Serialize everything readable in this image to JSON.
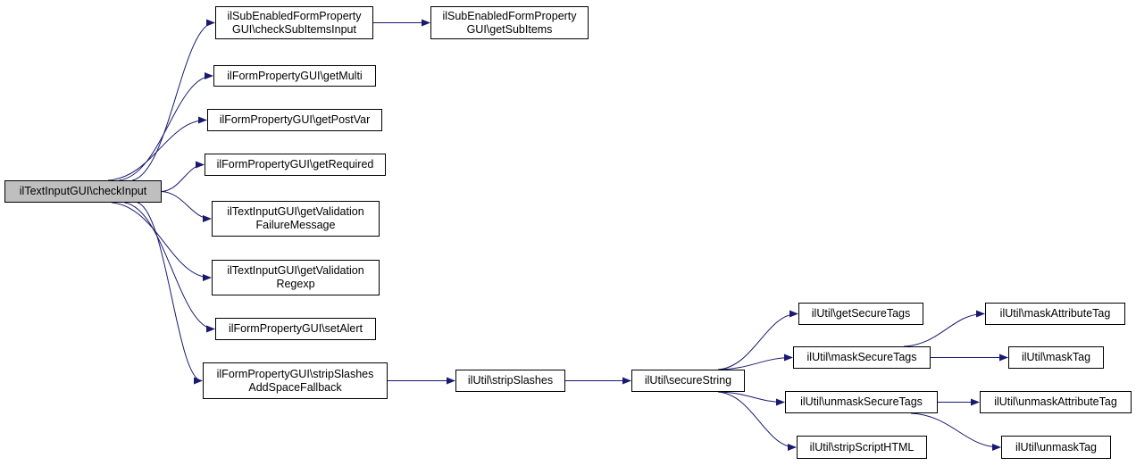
{
  "colors": {
    "edge": "#191970",
    "root_fill": "#bfbfbf",
    "node_fill": "#ffffff",
    "border": "#000000"
  },
  "nodes": {
    "check_input": {
      "lines": [
        "ilTextInputGUI\\checkInput"
      ]
    },
    "check_sub_items_input": {
      "lines": [
        "ilSubEnabledFormProperty",
        "GUI\\checkSubItemsInput"
      ]
    },
    "get_sub_items": {
      "lines": [
        "ilSubEnabledFormProperty",
        "GUI\\getSubItems"
      ]
    },
    "get_multi": {
      "lines": [
        "ilFormPropertyGUI\\getMulti"
      ]
    },
    "get_post_var": {
      "lines": [
        "ilFormPropertyGUI\\getPostVar"
      ]
    },
    "get_required": {
      "lines": [
        "ilFormPropertyGUI\\getRequired"
      ]
    },
    "get_validation_failure_message": {
      "lines": [
        "ilTextInputGUI\\getValidation",
        "FailureMessage"
      ]
    },
    "get_validation_regexp": {
      "lines": [
        "ilTextInputGUI\\getValidation",
        "Regexp"
      ]
    },
    "set_alert": {
      "lines": [
        "ilFormPropertyGUI\\setAlert"
      ]
    },
    "strip_slashes_fallback": {
      "lines": [
        "ilFormPropertyGUI\\stripSlashes",
        "AddSpaceFallback"
      ]
    },
    "strip_slashes": {
      "lines": [
        "ilUtil\\stripSlashes"
      ]
    },
    "secure_string": {
      "lines": [
        "ilUtil\\secureString"
      ]
    },
    "get_secure_tags": {
      "lines": [
        "ilUtil\\getSecureTags"
      ]
    },
    "mask_secure_tags": {
      "lines": [
        "ilUtil\\maskSecureTags"
      ]
    },
    "unmask_secure_tags": {
      "lines": [
        "ilUtil\\unmaskSecureTags"
      ]
    },
    "strip_script_html": {
      "lines": [
        "ilUtil\\stripScriptHTML"
      ]
    },
    "mask_attribute_tag": {
      "lines": [
        "ilUtil\\maskAttributeTag"
      ]
    },
    "mask_tag": {
      "lines": [
        "ilUtil\\maskTag"
      ]
    },
    "unmask_attribute_tag": {
      "lines": [
        "ilUtil\\unmaskAttributeTag"
      ]
    },
    "unmask_tag": {
      "lines": [
        "ilUtil\\unmaskTag"
      ]
    }
  },
  "edges": [
    [
      "check_input",
      "check_sub_items_input"
    ],
    [
      "check_sub_items_input",
      "get_sub_items"
    ],
    [
      "check_input",
      "get_multi"
    ],
    [
      "check_input",
      "get_post_var"
    ],
    [
      "check_input",
      "get_required"
    ],
    [
      "check_input",
      "get_validation_failure_message"
    ],
    [
      "check_input",
      "get_validation_regexp"
    ],
    [
      "check_input",
      "set_alert"
    ],
    [
      "check_input",
      "strip_slashes_fallback"
    ],
    [
      "strip_slashes_fallback",
      "strip_slashes"
    ],
    [
      "strip_slashes",
      "secure_string"
    ],
    [
      "secure_string",
      "get_secure_tags"
    ],
    [
      "secure_string",
      "mask_secure_tags"
    ],
    [
      "secure_string",
      "unmask_secure_tags"
    ],
    [
      "secure_string",
      "strip_script_html"
    ],
    [
      "mask_secure_tags",
      "mask_attribute_tag"
    ],
    [
      "mask_secure_tags",
      "mask_tag"
    ],
    [
      "unmask_secure_tags",
      "unmask_attribute_tag"
    ],
    [
      "unmask_secure_tags",
      "unmask_tag"
    ]
  ]
}
